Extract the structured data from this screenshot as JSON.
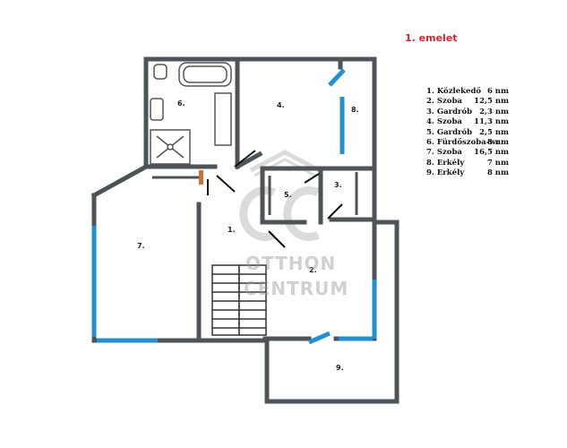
{
  "floor_title": "1. emelet",
  "legend": [
    {
      "name": "1. Közlekedő",
      "area": "6 nm"
    },
    {
      "name": "2. Szoba",
      "area": "12,5 nm"
    },
    {
      "name": "3. Gardrób",
      "area": "2,3 nm"
    },
    {
      "name": "4. Szoba",
      "area": "11,3 nm"
    },
    {
      "name": "5. Gardrób",
      "area": "2,5 nm"
    },
    {
      "name": "6. Fürdőszoba-wc",
      "area": "8 nm"
    },
    {
      "name": "7. Szoba",
      "area": "16,5 nm"
    },
    {
      "name": "8. Erkély",
      "area": "7 nm"
    },
    {
      "name": "9. Erkély",
      "area": "8 nm"
    }
  ],
  "room_labels": [
    "1.",
    "2.",
    "3.",
    "4.",
    "5.",
    "6.",
    "7.",
    "8.",
    "9."
  ],
  "watermark": {
    "logo": "OC",
    "line1": "OTTHON",
    "line2": "CENTRUM"
  },
  "colors": {
    "wall": "#4d5356",
    "window": "#1e90d6",
    "title": "#d9232d",
    "stair": "#333333",
    "door_jamb": "#c87533"
  }
}
